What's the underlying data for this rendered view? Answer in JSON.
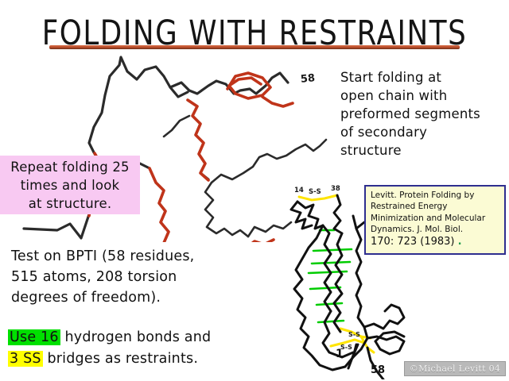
{
  "slide": {
    "title": "FOLDING WITH RESTRAINTS",
    "accent_underline_color": "#c2502e",
    "background_color": "#ffffff"
  },
  "start_folding": {
    "lines": [
      "Start folding at",
      "open chain with",
      "preformed segments",
      "of secondary",
      "structure"
    ]
  },
  "repeat_box": {
    "background_color": "#f8c9f2",
    "lines": [
      "Repeat folding 25",
      "times and look",
      "at structure."
    ]
  },
  "bpti_text": {
    "lines": [
      "Test on BPTI (58 residues,",
      "515 atoms, 208 torsion",
      "degrees of freedom)."
    ]
  },
  "restraints_text": {
    "line1": {
      "highlight": "Use 16",
      "highlight_color": "#00e000",
      "rest": " hydrogen bonds and"
    },
    "line2": {
      "highlight": "3 SS",
      "highlight_color": "#ffff00",
      "rest": " bridges as restraints."
    }
  },
  "citation_box": {
    "background_color": "#fbfbd4",
    "border_color": "#2e2e8f",
    "lines": [
      "Levitt.  Protein Folding by",
      "Restrained Energy",
      "Minimization and Molecular",
      "Dynamics.   J. Mol. Biol."
    ],
    "last_line": "170: 723 (1983)",
    "marker": "."
  },
  "open_chain_drawing": {
    "name": "open extended polypeptide chain trace",
    "backbone_color": "#2b2b2b",
    "preformed_segment_color": "#c0341a",
    "label_end": "58"
  },
  "folded_structure_drawing": {
    "name": "folded BPTI structure",
    "backbone_color": "#111111",
    "hydrogen_bond_color": "#00cc00",
    "disulfide_color": "#ffe400",
    "labels": {
      "cys14": "14",
      "ss_top": "S-S",
      "cys38": "38",
      "ss_mid": "S-S",
      "ss_low": "S-S",
      "n_terminus": "1",
      "c_terminus": "58"
    }
  },
  "watermark": {
    "text": "©Michael Levitt 04"
  }
}
